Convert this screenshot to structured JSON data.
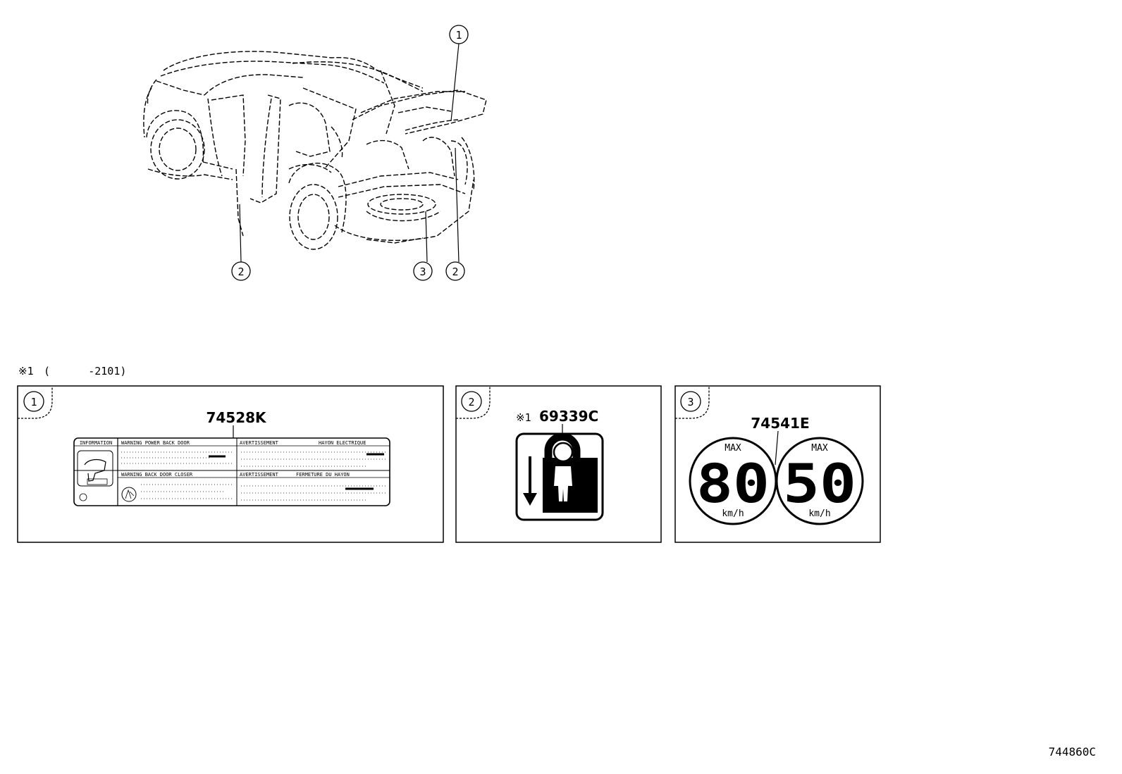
{
  "callouts": {
    "one": "1",
    "two": "2",
    "three": "3"
  },
  "note": {
    "mark": "※1",
    "range": "(      -2101)"
  },
  "panels": [
    {
      "number": "1",
      "part_no": "74528K",
      "label_text": {
        "information": "INFORMATION",
        "warn_power": "WARNING POWER BACK DOOR",
        "avert_1": "AVERTISSEMENT",
        "hayon": "HAYON ELECTRIQUE",
        "warn_closer": "WARNING BACK DOOR CLOSER",
        "avert_2": "AVERTISSEMENT",
        "fermeture": "FERMETURE DU HAYON"
      }
    },
    {
      "number": "2",
      "note_mark": "※1",
      "part_no": "69339C"
    },
    {
      "number": "3",
      "part_no": "74541E",
      "signs": [
        {
          "max": "MAX",
          "speed": "80",
          "unit": "km/h"
        },
        {
          "max": "MAX",
          "speed": "50",
          "unit": "km/h"
        }
      ]
    }
  ],
  "figure_id": "744860C"
}
